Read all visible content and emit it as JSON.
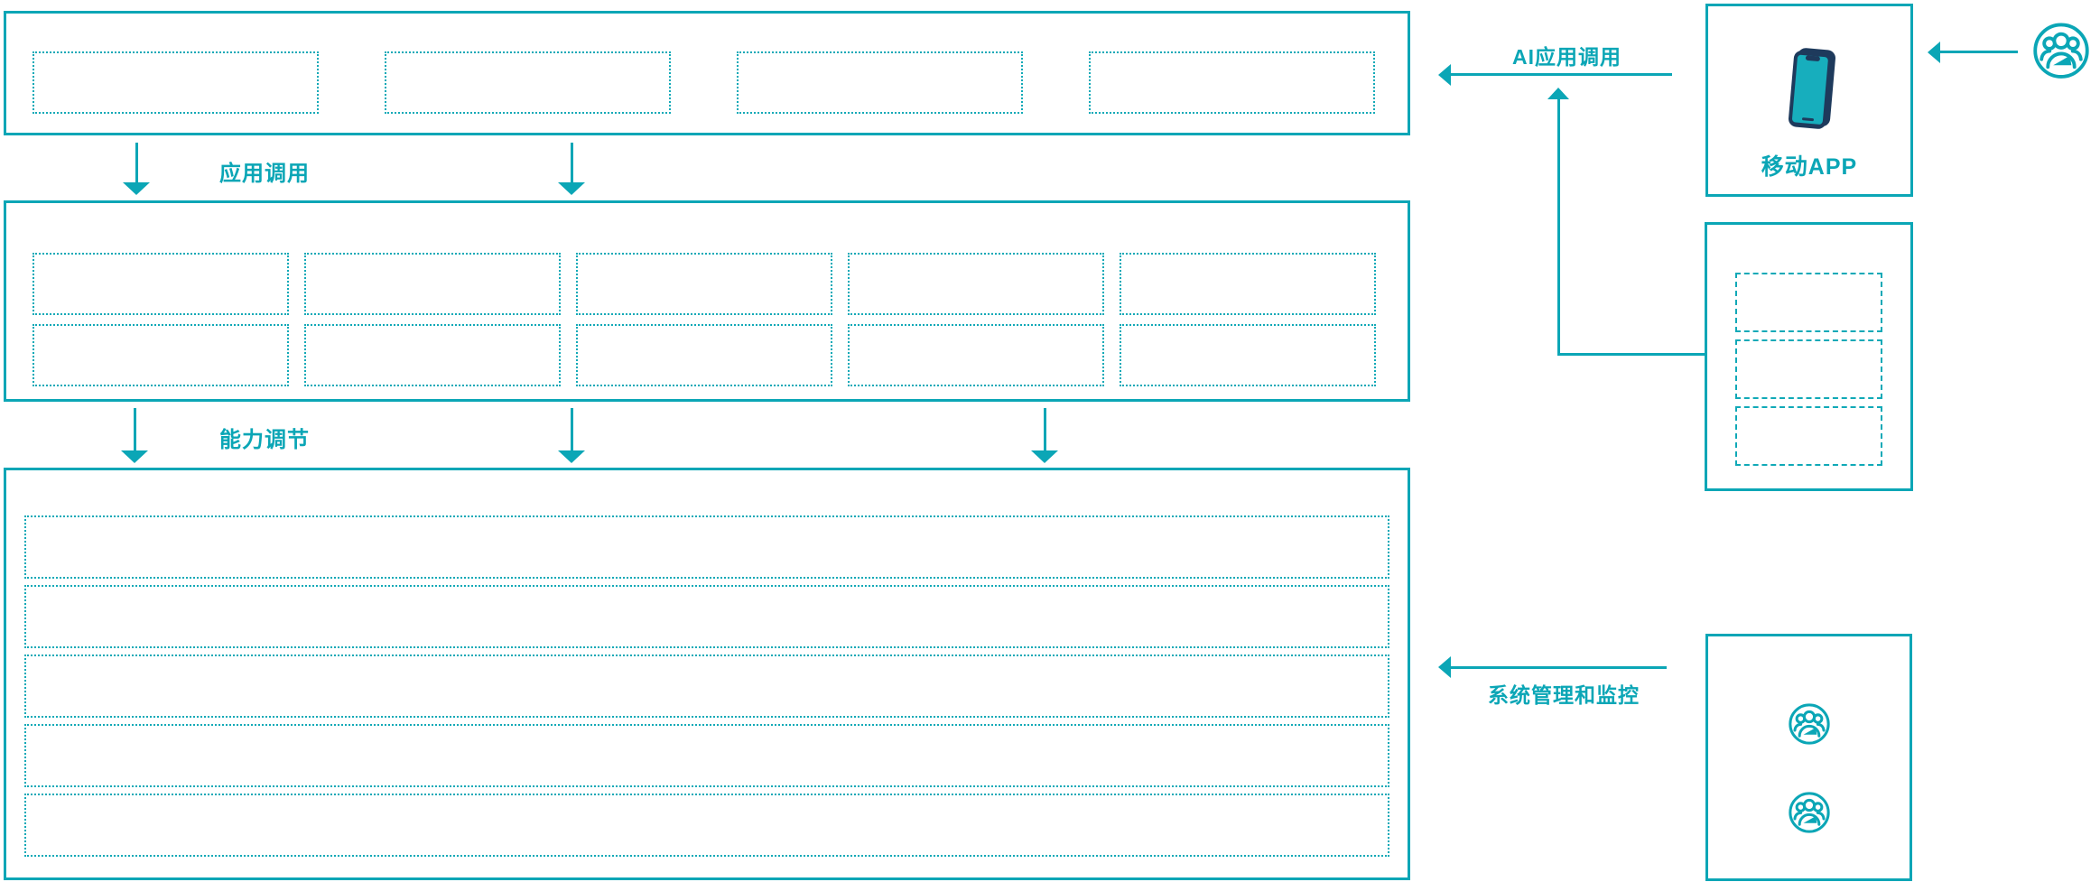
{
  "page": {
    "background": "#ffffff",
    "accent_color": "#0ba6b6",
    "phone_body_color": "#1e3a5c",
    "phone_screen_color": "#17aebd"
  },
  "labels": {
    "app_call": "应用调用",
    "capability_adjust": "能力调节",
    "ai_app_call": "AI应用调用",
    "system_monitor": "系统管理和监控",
    "mobile_app": "移动APP"
  },
  "layers": {
    "top_layer": {
      "slot_count": 4
    },
    "middle_layer": {
      "rows": 2,
      "cols": 5
    },
    "bottom_layer": {
      "row_count": 5
    }
  },
  "right_panel": {
    "mobile_app_box": {
      "icon": "smartphone-icon"
    },
    "client_box": {
      "slot_count": 3
    },
    "admin_box": {
      "icons": [
        "user-group-icon",
        "user-group-icon"
      ]
    },
    "top_user_icon": "user-group-icon"
  }
}
